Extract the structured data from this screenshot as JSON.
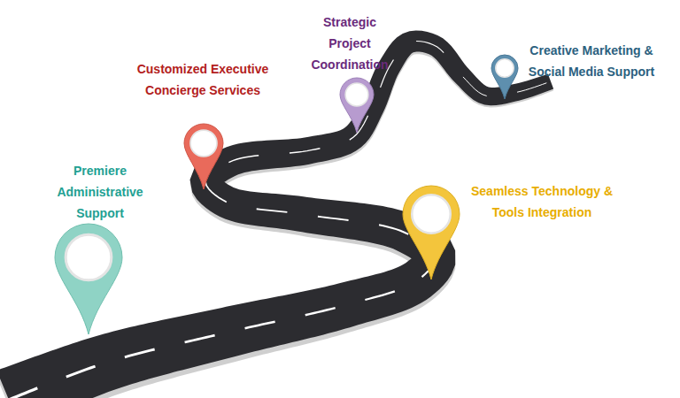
{
  "diagram": {
    "labels": [
      "Premiere Administrative Support",
      "Customized Executive Concierge Services",
      "Seamless Technology & Tools Integration",
      "Strategic Project Coordination",
      "Creative Marketing & Social Media Support"
    ]
  }
}
